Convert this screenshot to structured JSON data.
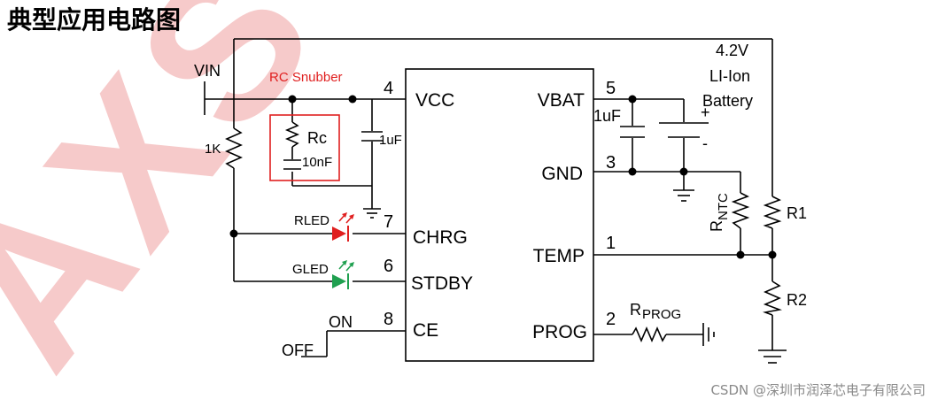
{
  "title": "典型应用电路图",
  "watermark_text": "AXSOON",
  "credit": "CSDN @深圳市润泽芯电子有限公司",
  "chip": {
    "left_pins": [
      {
        "name": "VCC",
        "number": "4"
      },
      {
        "name": "CHRG",
        "number": "7"
      },
      {
        "name": "STDBY",
        "number": "6"
      },
      {
        "name": "CE",
        "number": "8"
      }
    ],
    "right_pins": [
      {
        "name": "VBAT",
        "number": "5"
      },
      {
        "name": "GND",
        "number": "3"
      },
      {
        "name": "TEMP",
        "number": "1"
      },
      {
        "name": "PROG",
        "number": "2"
      }
    ]
  },
  "labels": {
    "vin": "VIN",
    "rc_snubber": "RC Snubber",
    "rc_r": "Rc",
    "rc_c": "10nF",
    "cap_vcc": "1uF",
    "cap_vbat": "1uF",
    "r_1k": "1K",
    "rled": "RLED",
    "gled": "GLED",
    "switch_on": "ON",
    "switch_off": "OFF",
    "battery_line1": "4.2V",
    "battery_line2": "LI-Ion",
    "battery_line3": "Battery",
    "battery_plus": "+",
    "battery_minus": "-",
    "rntc_main": "R",
    "rntc_sub": "NTC",
    "r1": "R1",
    "r2": "R2",
    "rprog_main": "R",
    "rprog_sub": "PROG"
  },
  "colors": {
    "wire": "#000000",
    "rc_snubber": "#e02020",
    "red_led": "#e02020",
    "green_led": "#20a050",
    "watermark": "#f5c0c0"
  }
}
